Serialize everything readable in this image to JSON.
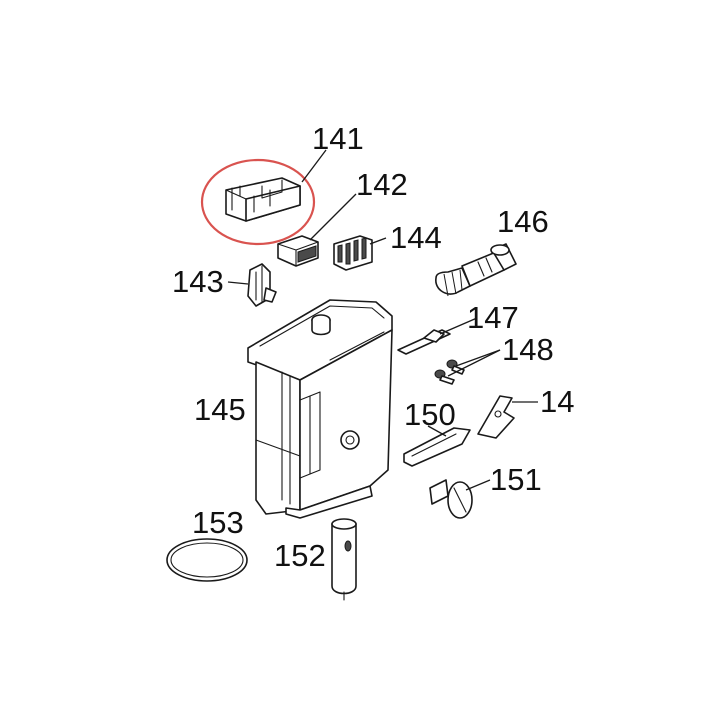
{
  "parts": [
    {
      "id": "141",
      "label": "141"
    },
    {
      "id": "142",
      "label": "142"
    },
    {
      "id": "143",
      "label": "143"
    },
    {
      "id": "144",
      "label": "144"
    },
    {
      "id": "145",
      "label": "145"
    },
    {
      "id": "146",
      "label": "146"
    },
    {
      "id": "147",
      "label": "147"
    },
    {
      "id": "148",
      "label": "148"
    },
    {
      "id": "14",
      "label": "14"
    },
    {
      "id": "150",
      "label": "150"
    },
    {
      "id": "151",
      "label": "151"
    },
    {
      "id": "152",
      "label": "152"
    },
    {
      "id": "153",
      "label": "153"
    }
  ],
  "highlight": {
    "part": "141",
    "color": "#d9534f"
  },
  "line_color": "#1a1a1a"
}
